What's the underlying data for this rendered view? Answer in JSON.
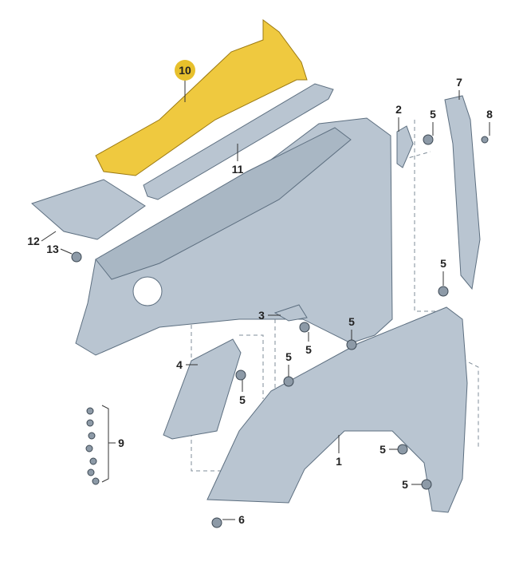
{
  "diagram": {
    "highlight_color": "#efc93f",
    "part_color": "#b9c5d1",
    "callouts": [
      {
        "id": "c10",
        "text": "10",
        "highlighted": true
      },
      {
        "id": "c11",
        "text": "11"
      },
      {
        "id": "c2",
        "text": "2"
      },
      {
        "id": "c5a",
        "text": "5"
      },
      {
        "id": "c7",
        "text": "7"
      },
      {
        "id": "c8",
        "text": "8"
      },
      {
        "id": "c12",
        "text": "12"
      },
      {
        "id": "c13",
        "text": "13"
      },
      {
        "id": "c5b",
        "text": "5"
      },
      {
        "id": "c3",
        "text": "3"
      },
      {
        "id": "c5c",
        "text": "5"
      },
      {
        "id": "c5d",
        "text": "5"
      },
      {
        "id": "c4",
        "text": "4"
      },
      {
        "id": "c5e",
        "text": "5"
      },
      {
        "id": "c5f",
        "text": "5"
      },
      {
        "id": "c9",
        "text": "9"
      },
      {
        "id": "c1",
        "text": "1"
      },
      {
        "id": "c5g",
        "text": "5"
      },
      {
        "id": "c5h",
        "text": "5"
      },
      {
        "id": "c6",
        "text": "6"
      }
    ]
  }
}
